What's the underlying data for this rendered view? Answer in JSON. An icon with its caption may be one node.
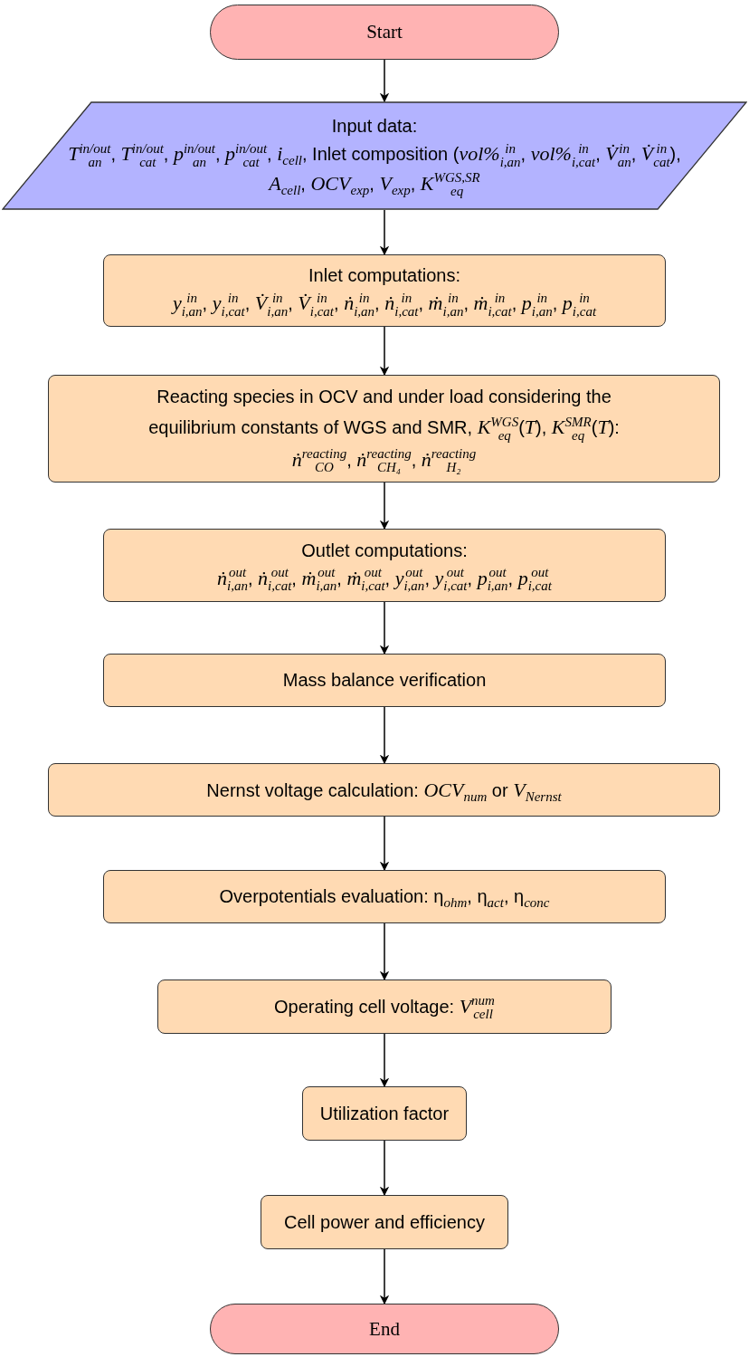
{
  "diagram": {
    "nodes": [
      {
        "text": [
          "Start"
        ]
      },
      {
        "text": [
          "Input data:",
          "*T*$_{an}$$^{in/out}$, *T*$_{cat}$$^{in/out}$, *p*$_{an}$$^{in/out}$, *p*$_{cat}$$^{in/out}$, *i*$_{cell}$, Inlet composition (*vol%*$^{in}$$_{i,an}$, *vol%*$^{in}$$_{i,cat}$, *V̇*$^{in}$$_{an}$, *V̇*$^{in}$$_{cat}$), *A*$_{cell}$, *OCV*$_{exp}$, *V*$_{exp}$, *K*$_{eq}$$^{WGS,SR}$"
        ]
      },
      {
        "text": [
          "Inlet computations:",
          "*y*$^{in}$$_{i,an}$, *y*$^{in}$$_{i,cat}$, *V̇*$^{in}$$_{i,an}$, *V̇*$^{in}$$_{i,cat}$, *ṅ*$^{in}$$_{i,an}$, *ṅ*$^{in}$$_{i,cat}$, *ṁ*$^{in}$$_{i,an}$, *ṁ*$^{in}$$_{i,cat}$, *p*$^{in}$$_{i,an}$, *p*$^{in}$$_{i,cat}$"
        ]
      },
      {
        "text": [
          "Reacting species in OCV and under load considering the equilibrium constants of WGS and SMR, *K*$_{eq}$$^{WGS}$(*T*), *K*$_{eq}$$^{SMR}$(*T*): *ṅ*$_{CO}$$^{reacting}$, *ṅ*$_{CH₄}$$^{reacting}$, *ṅ*$_{H₂}$$^{reacting}$"
        ]
      },
      {
        "text": [
          "Outlet computations:",
          "*ṅ*$^{out}$$_{i,an}$, *ṅ*$^{out}$$_{i,cat}$, *ṁ*$^{out}$$_{i,an}$, *ṁ*$^{out}$$_{i,cat}$, *y*$^{out}$$_{i,an}$, *y*$^{out}$$_{i,cat}$, *p*$^{out}$$_{i,an}$, *p*$^{out}$$_{i,cat}$"
        ]
      },
      {
        "text": [
          "Mass balance verification"
        ]
      },
      {
        "text": [
          "Nernst voltage calculation: *OCV*$_{num}$ or *V*$_{Nernst}$"
        ]
      },
      {
        "text": [
          "Overpotentials evaluation: η$_{ohm}$, η$_{act}$, η$_{conc}$"
        ]
      },
      {
        "text": [
          "Operating cell voltage: *V*$^{num}$$_{cell}$"
        ]
      },
      {
        "text": [
          "Utilization factor"
        ]
      },
      {
        "text": [
          "Cell power and efficiency"
        ]
      },
      {
        "text": [
          "End"
        ]
      }
    ],
    "edges": [
      {
        "from": 0,
        "to": 1,
        "arrow": "to"
      },
      {
        "from": 1,
        "to": 2,
        "arrow": "to"
      },
      {
        "from": 2,
        "to": 3,
        "arrow": "to"
      },
      {
        "from": 3,
        "to": 4,
        "arrow": "to"
      },
      {
        "from": 4,
        "to": 5,
        "arrow": "to"
      },
      {
        "from": 5,
        "to": 6,
        "arrow": "to"
      },
      {
        "from": 6,
        "to": 7,
        "arrow": "to"
      },
      {
        "from": 7,
        "to": 8,
        "arrow": "to"
      },
      {
        "from": 8,
        "to": 9,
        "arrow": "to"
      },
      {
        "from": 9,
        "to": 10,
        "arrow": "to"
      },
      {
        "from": 10,
        "to": 11,
        "arrow": "to"
      }
    ]
  }
}
